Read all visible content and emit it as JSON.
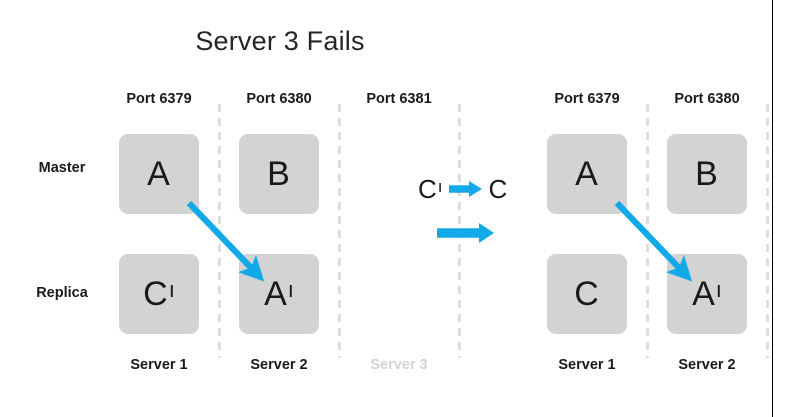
{
  "slide": {
    "title": "Server 3 Fails",
    "background": "#ffffff",
    "accent_color": "#12a9e8",
    "node_fill": "#d3d3d3",
    "text_color": "#1a1a1a",
    "faded_color": "#d3d3d3",
    "separator_color": "#dedede"
  },
  "row_labels": {
    "master": "Master",
    "replica": "Replica"
  },
  "clusters": {
    "before": {
      "columns": [
        {
          "port_label": "Port 6379",
          "server_label": "Server 1",
          "server_failed": false,
          "master": {
            "letter": "A",
            "prime": ""
          },
          "replica": {
            "letter": "C",
            "prime": "ı"
          }
        },
        {
          "port_label": "Port 6380",
          "server_label": "Server 2",
          "server_failed": false,
          "master": {
            "letter": "B",
            "prime": ""
          },
          "replica": {
            "letter": "A",
            "prime": "ı"
          }
        },
        {
          "port_label": "Port 6381",
          "server_label": "Server 3",
          "server_failed": true,
          "master": null,
          "replica": null
        }
      ],
      "arrow": {
        "name": "failover-arrow",
        "from": "master-a-6379",
        "to": "replica-a-prime-6380"
      }
    },
    "after": {
      "columns": [
        {
          "port_label": "Port 6379",
          "server_label": "Server 1",
          "server_failed": false,
          "master": {
            "letter": "A",
            "prime": ""
          },
          "replica": {
            "letter": "C",
            "prime": ""
          }
        },
        {
          "port_label": "Port 6380",
          "server_label": "Server 2",
          "server_failed": false,
          "master": {
            "letter": "B",
            "prime": ""
          },
          "replica": {
            "letter": "A",
            "prime": "ı"
          }
        }
      ],
      "arrow": {
        "name": "failover-arrow",
        "from": "master-a-6379",
        "to": "replica-a-prime-6380"
      }
    }
  },
  "legend": {
    "promotion": {
      "from_letter": "C",
      "from_prime": "ı",
      "to_letter": "C",
      "to_prime": "",
      "arrow_name": "promotion-arrow"
    },
    "plain_arrow_name": "transition-arrow"
  }
}
